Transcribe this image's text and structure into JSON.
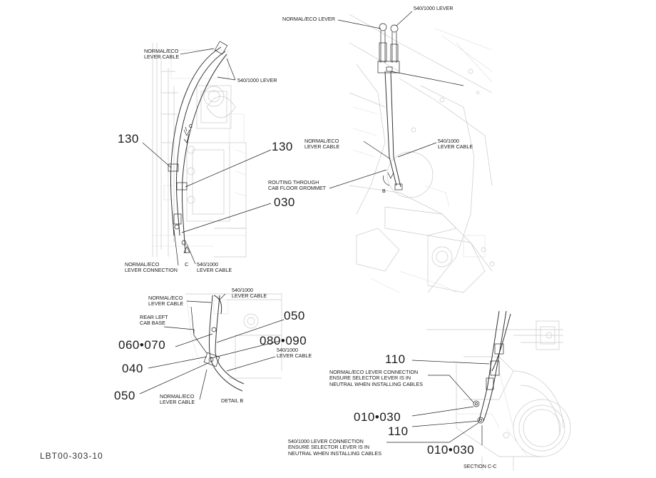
{
  "drawing_id": "LBT00-303-10",
  "labels": {
    "tl_normal_eco_lever_cable": "NORMAL/ECO\nLEVER CABLE",
    "tl_540_1000_lever": "540/1000 LEVER",
    "tl_c_top": "C",
    "tl_normal_eco_lever_connection": "NORMAL/ECO\nLEVER CONNECTION",
    "tl_c_bottom": "C",
    "tl_540_1000_lever_cable": "540/1000\nLEVER CABLE",
    "tr_normal_eco_lever": "NORMAL/ECO LEVER",
    "tr_540_1000_lever": "540/1000 LEVER",
    "tr_normal_eco_lever_cable": "NORMAL/ECO\nLEVER CABLE",
    "tr_540_1000_lever_cable": "540/1000\nLEVER CABLE",
    "tr_routing": "ROUTING THROUGH\nCAB FLOOR GROMMET",
    "tr_b": "B",
    "bl_540_1000_lever_cable_top": "540/1000\nLEVER CABLE",
    "bl_normal_eco_lever_cable_top": "NORMAL/ECO\nLEVER CABLE",
    "bl_rear_left_cab_base": "REAR LEFT\nCAB BASE",
    "bl_540_1000_lever_cable_right": "540/1000\nLEVER CABLE",
    "bl_normal_eco_lever_cable_bottom": "NORMAL/ECO\nLEVER CABLE",
    "bl_detail_b": "DETAIL B",
    "br_normal_eco_connection": "NORMAL/ECO LEVER CONNECTION\nENSURE SELECTOR LEVER IS IN\nNEUTRAL WHEN INSTALLING CABLES",
    "br_540_1000_connection": "540/1000 LEVER CONNECTION\nENSURE SELECTOR LEVER IS IN\nNEUTRAL WHEN INSTALLING CABLES",
    "br_section_cc": "SECTION C-C"
  },
  "callouts": {
    "tl_130_left": "130",
    "tl_130_right": "130",
    "tl_030": "030",
    "bl_050_top": "050",
    "bl_060_070": "060•070",
    "bl_080_090": "080•090",
    "bl_040": "040",
    "bl_050_bottom": "050",
    "br_110_top": "110",
    "br_010_030_top": "010•030",
    "br_110_bottom": "110",
    "br_010_030_bottom": "010•030"
  }
}
